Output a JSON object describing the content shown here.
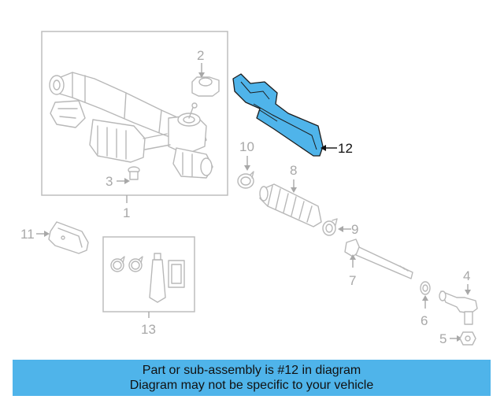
{
  "callouts": {
    "c1": "1",
    "c2": "2",
    "c3": "3",
    "c4": "4",
    "c5": "5",
    "c6": "6",
    "c7": "7",
    "c8": "8",
    "c9": "9",
    "c10": "10",
    "c11": "11",
    "c12": "12",
    "c13": "13"
  },
  "highlighted_part": "12",
  "colors": {
    "highlight": "#4fb4ea",
    "banner": "#4fb4ea",
    "line_gray": "#b8b8b8"
  },
  "banner": {
    "line1": "Part or sub-assembly is #12 in diagram",
    "line2": "Diagram may not be specific to your vehicle"
  }
}
